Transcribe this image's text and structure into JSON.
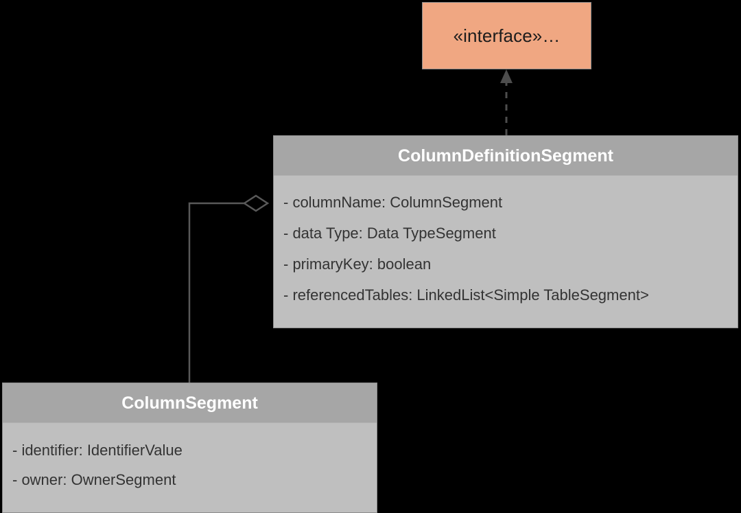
{
  "diagram": {
    "kind": "uml-class-diagram",
    "background_color": "#000000",
    "classes": [
      {
        "id": "interface",
        "name": "«interface»…",
        "fill_color": "#F0A782",
        "text_color": "#1C1C1C",
        "border_color": "#8C8C8C",
        "attributes": []
      },
      {
        "id": "column-definition-segment",
        "name": "ColumnDefinitionSegment",
        "header_color": "#A6A6A6",
        "body_color": "#BFBFBF",
        "title_color": "#FFFFFF",
        "text_color": "#333333",
        "attributes": [
          "- columnName: ColumnSegment",
          "- data Type: Data TypeSegment",
          "- primaryKey: boolean",
          "- referencedTables: LinkedList<Simple TableSegment>"
        ]
      },
      {
        "id": "column-segment",
        "name": "ColumnSegment",
        "header_color": "#A6A6A6",
        "body_color": "#BFBFBF",
        "title_color": "#FFFFFF",
        "text_color": "#333333",
        "attributes": [
          "- identifier: IdentifierValue",
          "- owner: OwnerSegment"
        ]
      }
    ],
    "relationships": [
      {
        "id": "realization",
        "type": "realization",
        "line_style": "dashed",
        "arrow_head": "closed-triangle",
        "from": "ColumnDefinitionSegment",
        "to": "«interface»…",
        "stroke_color": "#4D4D4D"
      },
      {
        "id": "aggregation",
        "type": "aggregation",
        "line_style": "solid",
        "arrow_head": "hollow-diamond",
        "from": "ColumnDefinitionSegment",
        "to": "ColumnSegment",
        "stroke_color": "#595959"
      }
    ]
  }
}
